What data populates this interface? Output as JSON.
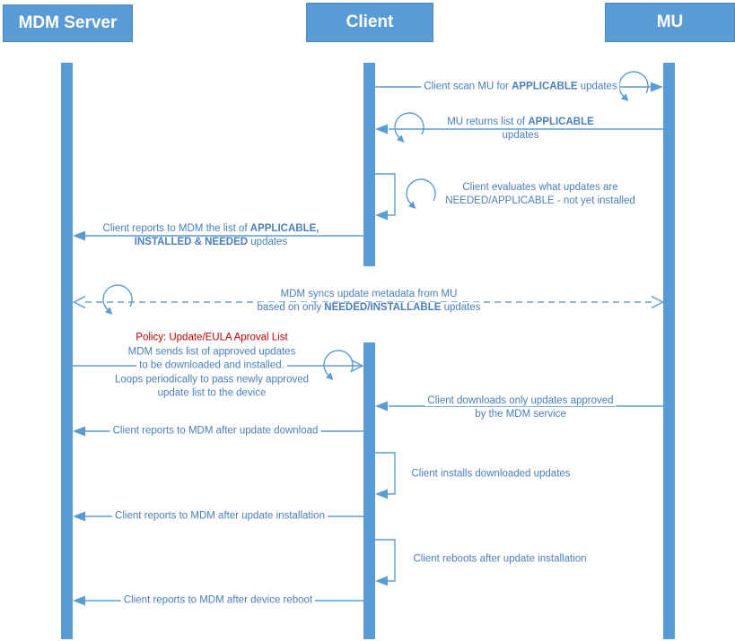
{
  "diagram": {
    "actors": [
      {
        "name": "MDM Server"
      },
      {
        "name": "Client"
      },
      {
        "name": "MU"
      }
    ],
    "colors": {
      "accent_blue": "#5B9BD5",
      "text_blue": "#4A7EBB",
      "policy_red": "#C00000"
    },
    "m": {
      "m1": {
        "pre": "Client scan MU for ",
        "bold": "APPLICABLE",
        "post": " updates"
      },
      "m2": {
        "pre": "MU returns list of ",
        "bold": "APPLICABLE",
        "line2": "updates"
      },
      "m3": {
        "line1": "Client evaluates what updates are",
        "line2": "NEEDED/APPLICABLE - not yet installed"
      },
      "m4": {
        "pre": "Client reports to MDM the list of ",
        "bold1": "APPLICABLE,",
        "bold2": "INSTALLED & NEEDED",
        "post": " updates"
      },
      "m5": {
        "line1": "MDM syncs update metadata from MU",
        "pre2": "based on only ",
        "bold2": "NEEDED/INSTALLABLE",
        "post2": " updates"
      },
      "m6": {
        "policy": "Policy: Update/EULA Aproval List",
        "line1": "MDM sends list of approved updates",
        "line2": "to be downloaded and installed.",
        "line3": "Loops periodically to pass newly approved",
        "line4": "update list to the device"
      },
      "m7": {
        "line1": "Client downloads only updates approved",
        "line2": "by the MDM service"
      },
      "m8": {
        "text": "Client reports to MDM after update download"
      },
      "m9": {
        "text": "Client installs downloaded updates"
      },
      "m10": {
        "text": "Client reports to MDM after update installation"
      },
      "m11": {
        "text": "Client reboots after update installation"
      },
      "m12": {
        "text": "Client reports to MDM after device reboot"
      }
    }
  }
}
